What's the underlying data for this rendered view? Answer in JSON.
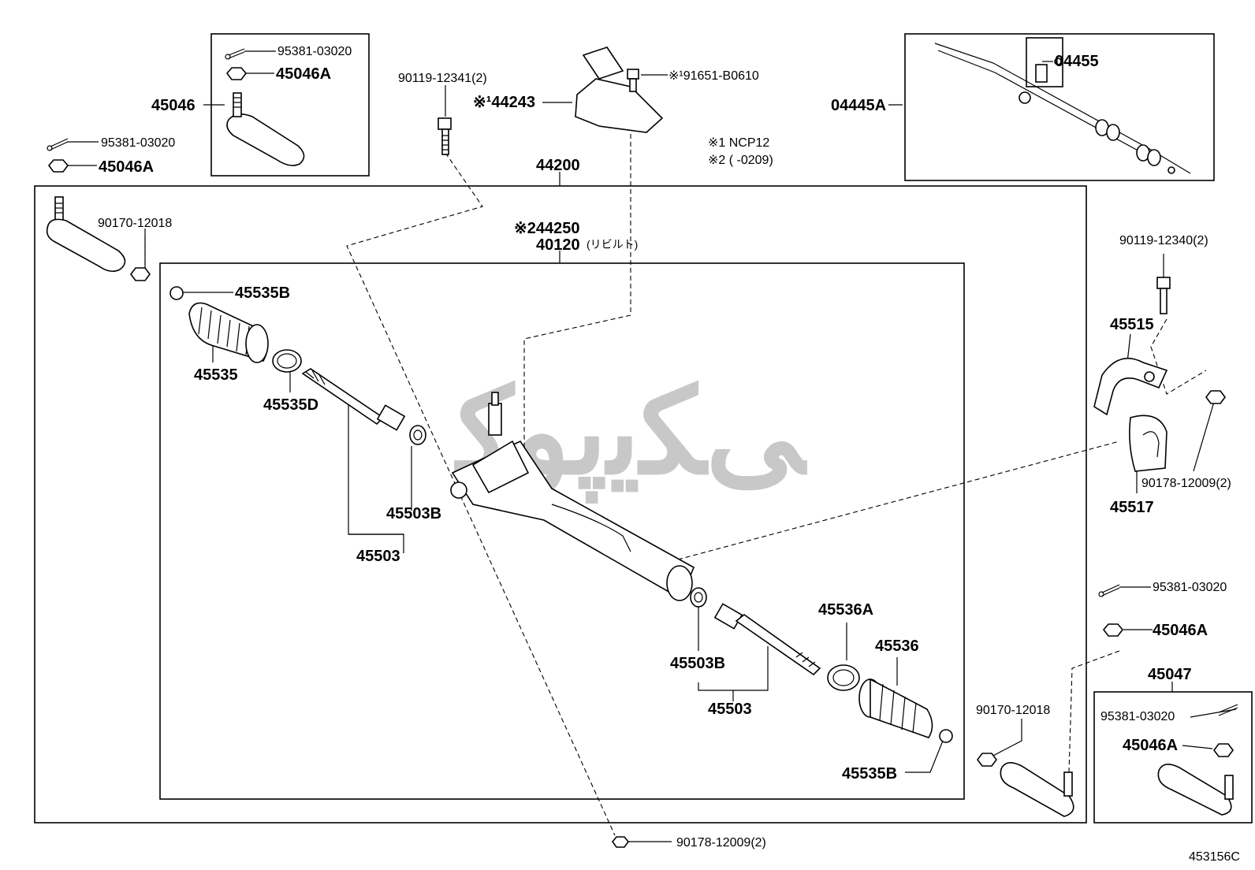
{
  "diagram": {
    "labels": {
      "p45046": "45046",
      "p95381_tl": "95381-03020",
      "p45046A_tl": "45046A",
      "p95381_l": "95381-03020",
      "p45046A_l": "45046A",
      "p90119_12341": "90119-12341(2)",
      "p44243": "※¹44243",
      "p91651": "※¹91651-B0610",
      "note1": "※1  NCP12",
      "note2": "※2  (        -0209)",
      "p04445A": "04445A",
      "p04455": "04455",
      "p44200": "44200",
      "p90170_l": "90170-12018",
      "p44250": "※244250",
      "p40120": "40120",
      "p40120_jp": "(リビルト)",
      "p45535B_t": "45535B",
      "p45535": "45535",
      "p45535D": "45535D",
      "p45503B_l": "45503B",
      "p45503_l": "45503",
      "p45503B_r": "45503B",
      "p45503_r": "45503",
      "p45536A": "45536A",
      "p45536": "45536",
      "p45535B_b": "45535B",
      "p90119_12340": "90119-12340(2)",
      "p45515": "45515",
      "p45517": "45517",
      "p90178_r": "90178-12009(2)",
      "p95381_r": "95381-03020",
      "p45046A_r": "45046A",
      "p45047": "45047",
      "p95381_br": "95381-03020",
      "p45046A_br": "45046A",
      "p90170_r": "90170-12018",
      "p90178_b": "90178-12009(2)",
      "ref": "453156C"
    },
    "watermark": "ﯽﻜﻳﭘﻮﮐ",
    "colors": {
      "line": "#000000",
      "watermark": "#c8c8c8",
      "background": "#ffffff"
    }
  }
}
